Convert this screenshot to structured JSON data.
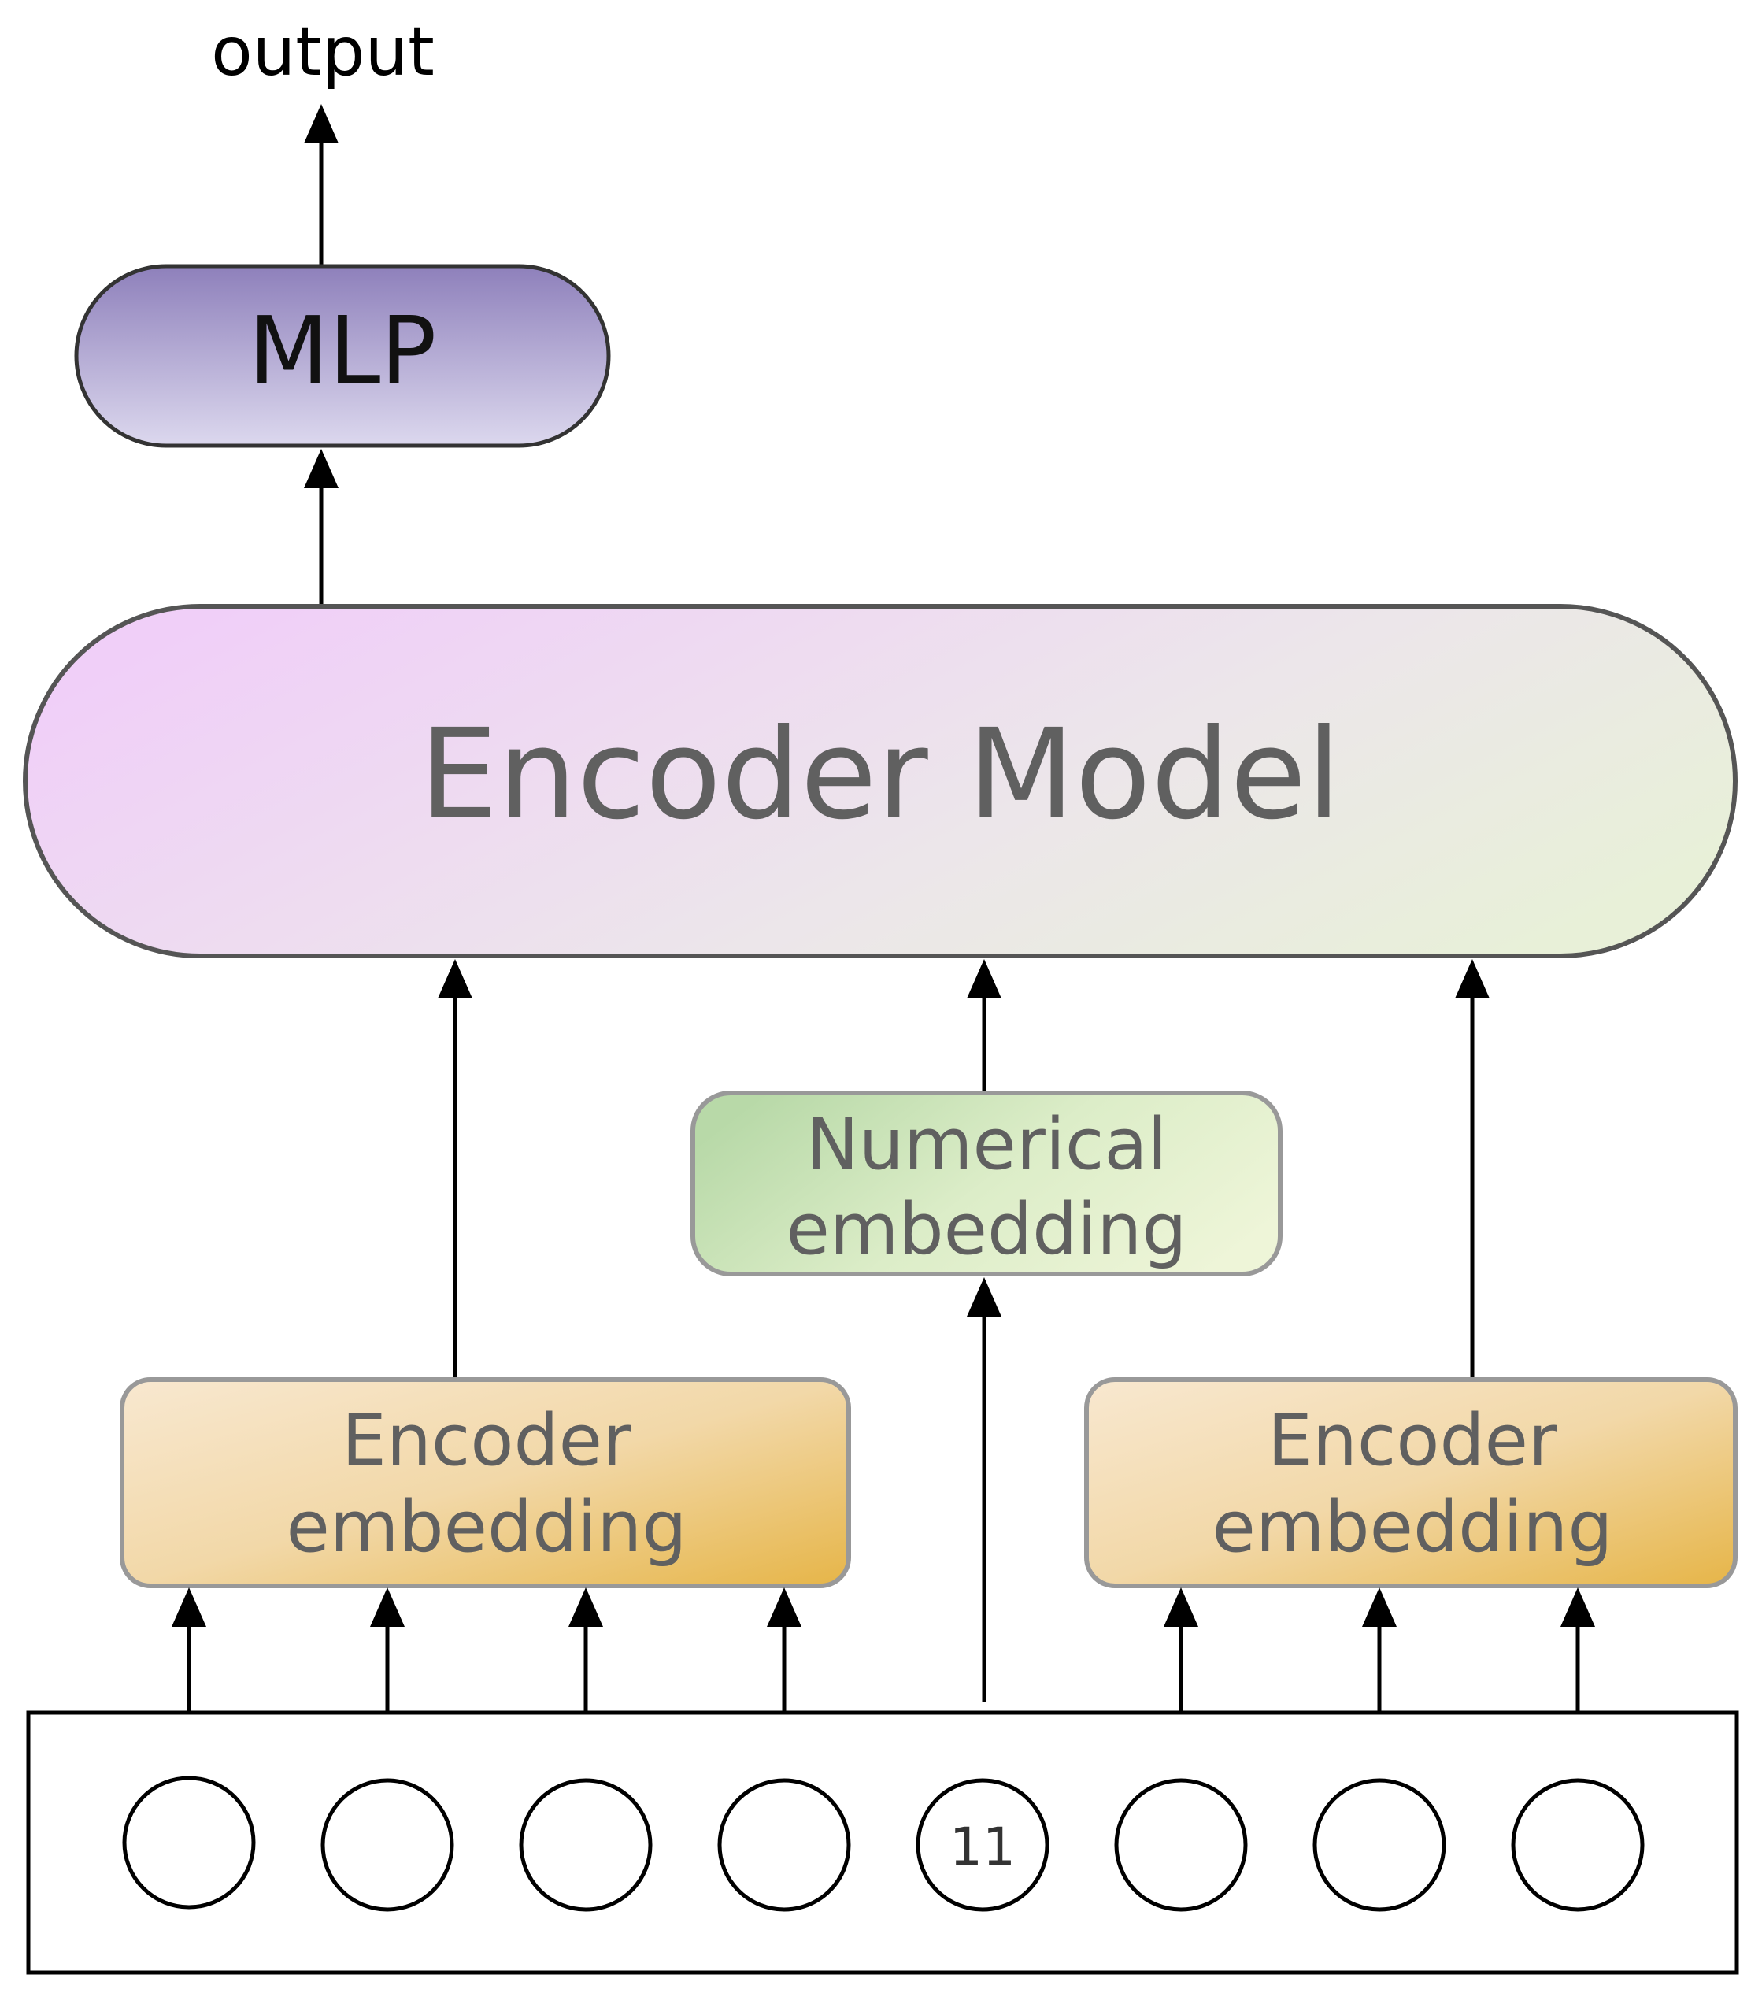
{
  "diagram": {
    "output_label": "output",
    "mlp_label": "MLP",
    "encoder_model_label": "Encoder Model",
    "numerical_embedding": {
      "line1": "Numerical",
      "line2": "embedding"
    },
    "encoder_embedding_left": {
      "line1": "Encoder",
      "line2": "embedding"
    },
    "encoder_embedding_right": {
      "line1": "Encoder",
      "line2": "embedding"
    },
    "input_tokens": [
      "",
      "",
      "",
      "",
      "11",
      "",
      "",
      ""
    ]
  },
  "colors": {
    "mlp_top": "#8e80bb",
    "mlp_bottom": "#dcd8ee",
    "encoder_left": "#f0cff8",
    "encoder_right": "#e8f0d8",
    "numerical_left": "#b8d9a8",
    "numerical_right": "#eef5d8",
    "encoder_emb_light": "#f8e8d0",
    "encoder_emb_dark": "#e6b548",
    "box_text": "#606060",
    "border_gray": "#999999",
    "line_black": "#000000"
  }
}
